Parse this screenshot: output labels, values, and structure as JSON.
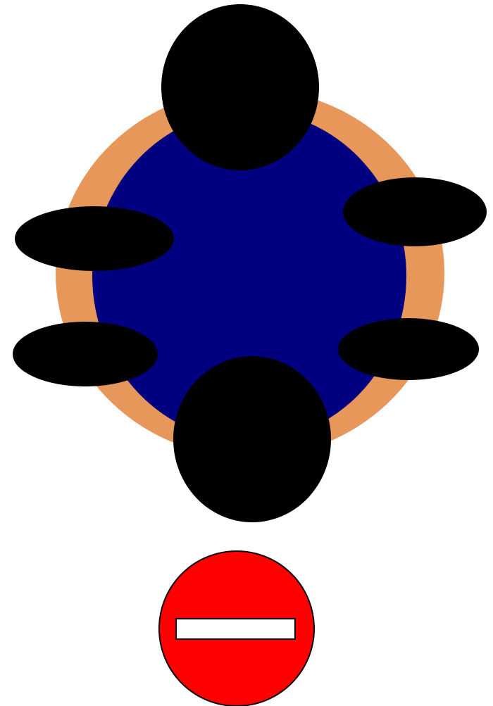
{
  "scene": {
    "colors": {
      "background": "#ffffff",
      "table_rim": "#e8975a",
      "table_top": "#000080",
      "seat": "#000000",
      "no_entry_fill": "#ff0000",
      "no_entry_bar": "#ffffff",
      "outline": "#000000"
    },
    "table": {
      "rim_icon": "oval-table-rim",
      "top_icon": "oval-table-top"
    },
    "seats": [
      {
        "name": "seat-top"
      },
      {
        "name": "seat-upper-left"
      },
      {
        "name": "seat-upper-right"
      },
      {
        "name": "seat-lower-left"
      },
      {
        "name": "seat-lower-right"
      },
      {
        "name": "seat-bottom"
      }
    ],
    "sign": {
      "icon": "no-entry-icon"
    }
  }
}
